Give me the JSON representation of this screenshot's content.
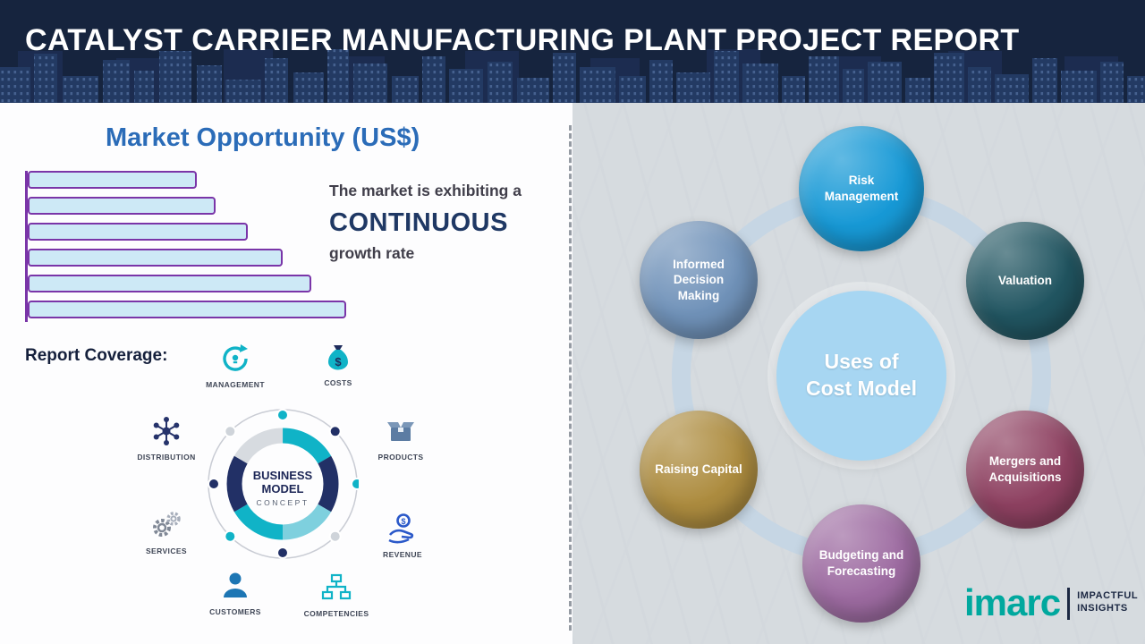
{
  "header": {
    "title": "CATALYST CARRIER MANUFACTURING PLANT PROJECT REPORT"
  },
  "left_panel": {
    "section_title": "Market Opportunity (US$)",
    "market_text": {
      "intro": "The market is exhibiting a",
      "emphasis": "CONTINUOUS",
      "outro": "growth rate"
    },
    "report_coverage_label": "Report Coverage:",
    "business_model": {
      "center_line1": "BUSINESS",
      "center_line2": "MODEL",
      "center_line3": "CONCEPT",
      "items": [
        {
          "label": "MANAGEMENT"
        },
        {
          "label": "COSTS"
        },
        {
          "label": "DISTRIBUTION"
        },
        {
          "label": "PRODUCTS"
        },
        {
          "label": "SERVICES"
        },
        {
          "label": "REVENUE"
        },
        {
          "label": "CUSTOMERS"
        },
        {
          "label": "COMPETENCIES"
        }
      ]
    }
  },
  "chart_data": {
    "type": "bar",
    "orientation": "horizontal",
    "title": "Market Opportunity (US$)",
    "values": [
      53,
      59,
      69,
      80,
      89,
      100
    ],
    "value_note_units": "relative length, no axis labels shown",
    "bar_fill": "#cde9f6",
    "bar_border": "#7a35a8",
    "grid": false,
    "legend": false
  },
  "right_panel": {
    "center_circle": {
      "line1": "Uses of",
      "line2": "Cost Model",
      "color": "#a7d6f2"
    },
    "circles": [
      {
        "label": "Risk Management",
        "color": "#1799d6"
      },
      {
        "label": "Valuation",
        "color": "#215561"
      },
      {
        "label": "Informed Decision Making",
        "color": "#7092b9"
      },
      {
        "label": "Mergers and Acquisitions",
        "color": "#8e4161"
      },
      {
        "label": "Raising Capital",
        "color": "#ad8c3f"
      },
      {
        "label": "Budgeting and Forecasting",
        "color": "#9d6ba1"
      }
    ]
  },
  "logo": {
    "wordmark": "imarc",
    "tagline_line1": "IMPACTFUL",
    "tagline_line2": "INSIGHTS",
    "color": "#00a89e"
  },
  "colors": {
    "header_bg": "#16243e",
    "accent_blue": "#2b6cb8",
    "emphasis_navy": "#1f3864",
    "ring": "#c6d6e4"
  }
}
